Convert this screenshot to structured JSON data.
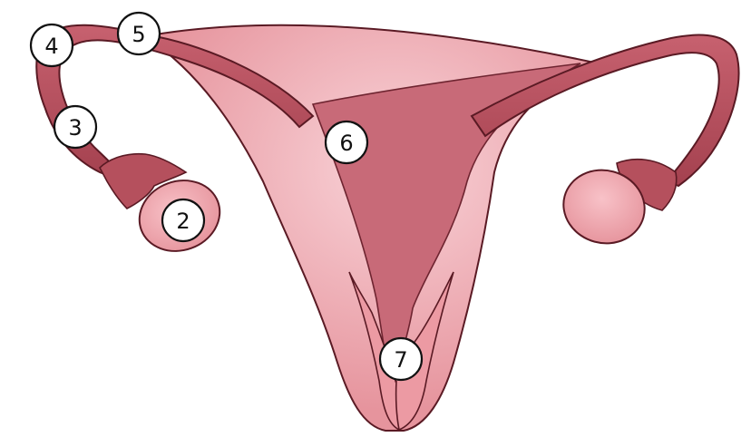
{
  "colors": {
    "background": "#ffffff",
    "outline": "#5a1a24",
    "tube": "#b3515e",
    "tube_highlight": "#d07a86",
    "uterus_body": "#e89aa2",
    "uterus_inner": "#c46674",
    "vagina": "#ef9fa7",
    "ovary": "#f1a7ae",
    "fundus_glow": "#f7c6cc"
  },
  "labels": [
    {
      "id": "label-2",
      "text": "2"
    },
    {
      "id": "label-3",
      "text": "3"
    },
    {
      "id": "label-4",
      "text": "4"
    },
    {
      "id": "label-5",
      "text": "5"
    },
    {
      "id": "label-6",
      "text": "6"
    },
    {
      "id": "label-7",
      "text": "7"
    }
  ]
}
